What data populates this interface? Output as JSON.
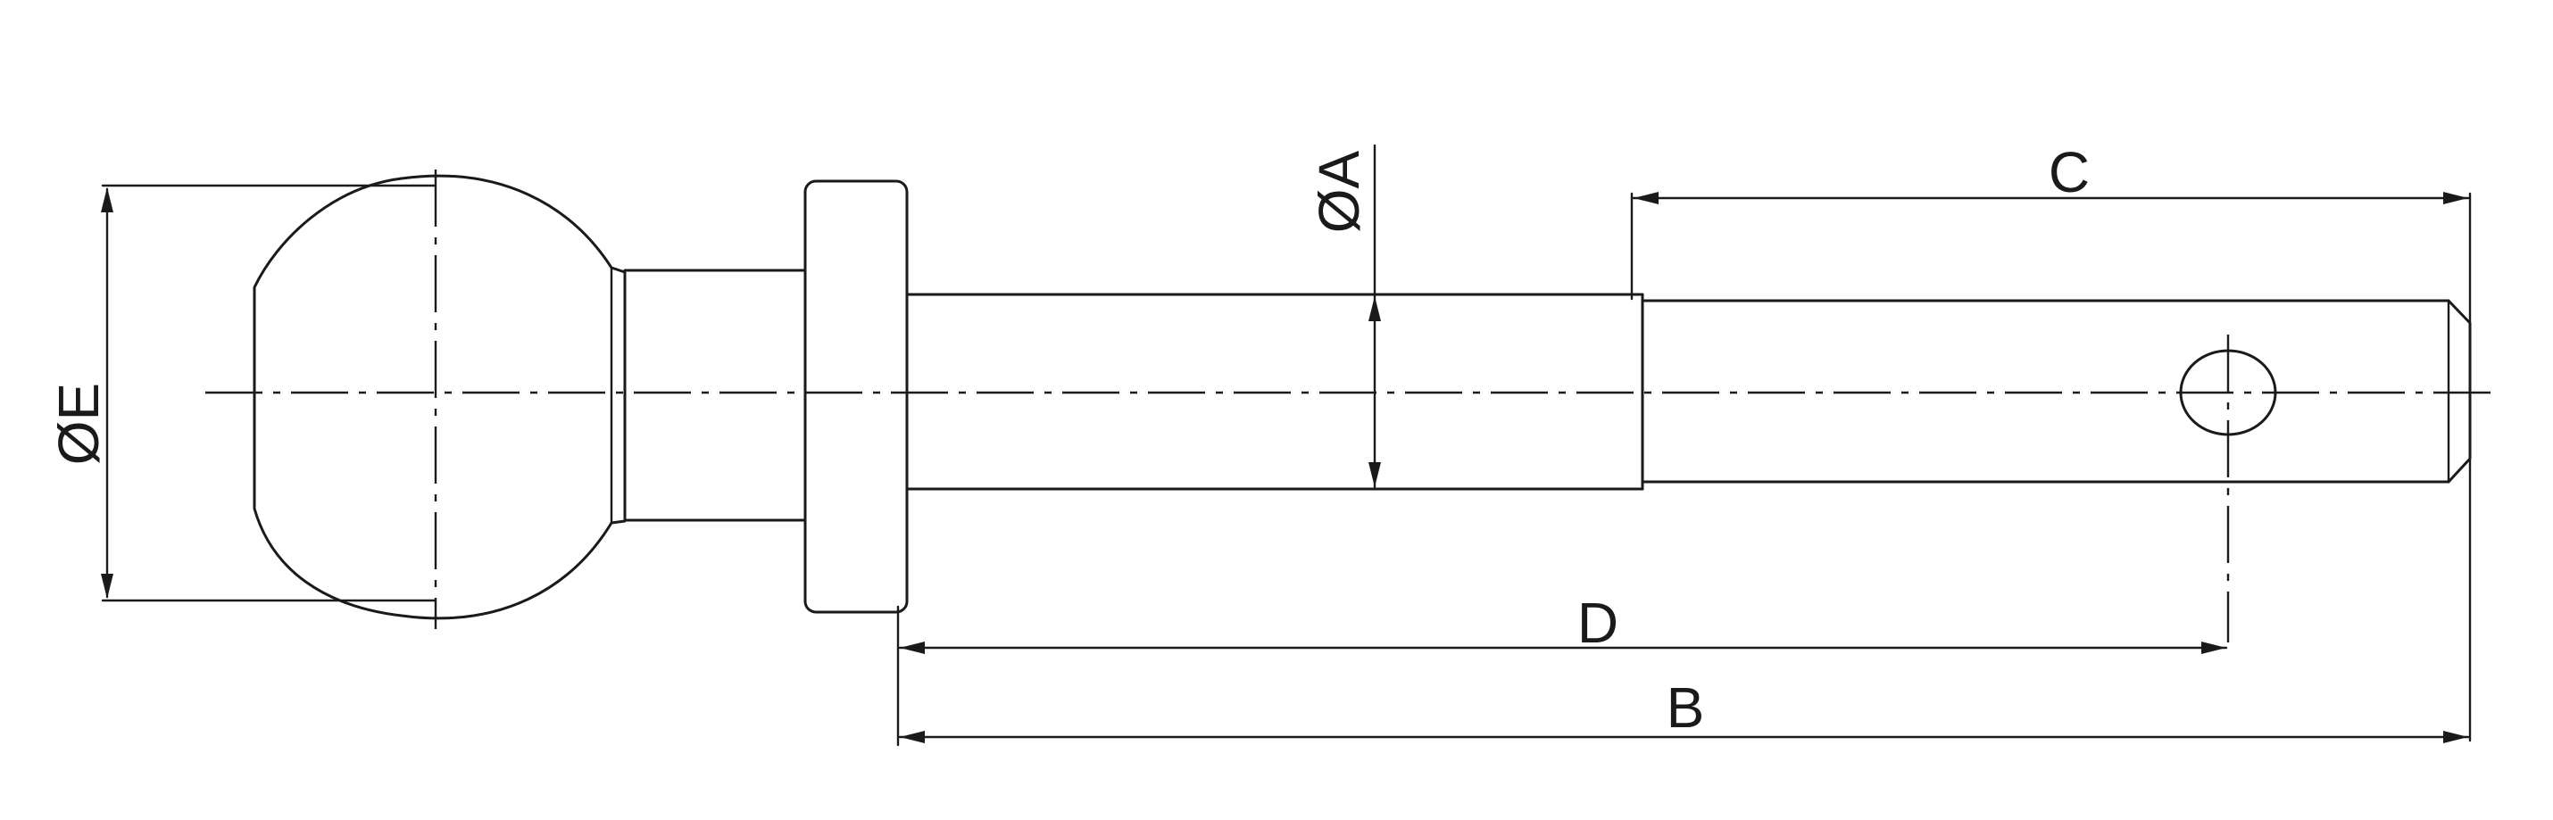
{
  "drawing": {
    "labels": {
      "dia_e": "ØE",
      "dia_a": "ØA",
      "c": "C",
      "d": "D",
      "b": "B"
    }
  }
}
